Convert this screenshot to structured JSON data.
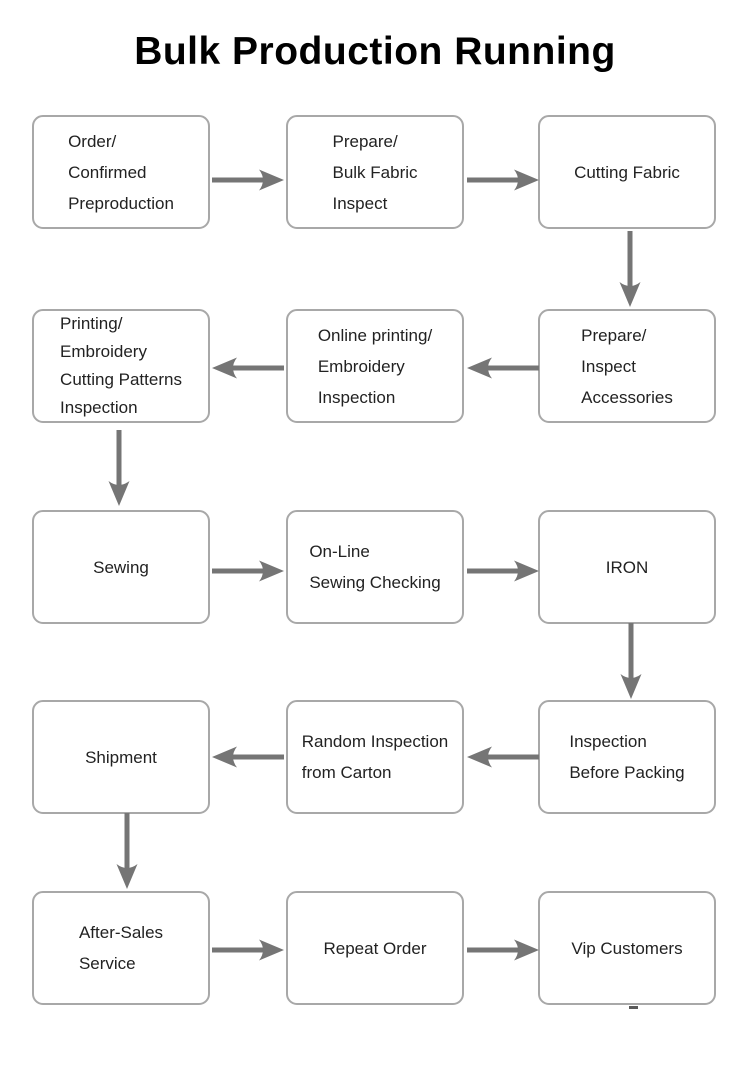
{
  "title": "Bulk Production Running",
  "colors": {
    "background": "#ffffff",
    "box_fill": "#ffffff",
    "box_border": "#a8a8a8",
    "text": "#222222",
    "arrow": "#757575",
    "title": "#000000"
  },
  "flowchart": {
    "nodes": [
      {
        "id": "order-confirmed-preproduction",
        "text": "Order/\nConfirmed\nPreproduction"
      },
      {
        "id": "prepare-bulk-fabric-inspect",
        "text": "Prepare/\nBulk Fabric\nInspect"
      },
      {
        "id": "cutting-fabric",
        "text": "Cutting Fabric"
      },
      {
        "id": "prepare-inspect-accessories",
        "text": "Prepare/\nInspect\nAccessories"
      },
      {
        "id": "online-printing-embroidery-inspection",
        "text": "Online printing/\nEmbroidery\nInspection"
      },
      {
        "id": "printing-embroidery-cutting-patterns-inspection",
        "text": "Printing/\nEmbroidery\nCutting Patterns\nInspection"
      },
      {
        "id": "sewing",
        "text": "Sewing"
      },
      {
        "id": "on-line-sewing-checking",
        "text": "On-Line\nSewing Checking"
      },
      {
        "id": "iron",
        "text": "IRON"
      },
      {
        "id": "inspection-before-packing",
        "text": "Inspection\nBefore Packing"
      },
      {
        "id": "random-inspection-from-carton",
        "text": "Random Inspection\nfrom Carton"
      },
      {
        "id": "shipment",
        "text": "Shipment"
      },
      {
        "id": "after-sales-service",
        "text": "After-Sales\nService"
      },
      {
        "id": "repeat-order",
        "text": "Repeat Order"
      },
      {
        "id": "vip-customers",
        "text": "Vip Customers"
      }
    ],
    "connections": [
      {
        "from": "order-confirmed-preproduction",
        "to": "prepare-bulk-fabric-inspect"
      },
      {
        "from": "prepare-bulk-fabric-inspect",
        "to": "cutting-fabric"
      },
      {
        "from": "cutting-fabric",
        "to": "prepare-inspect-accessories"
      },
      {
        "from": "prepare-inspect-accessories",
        "to": "online-printing-embroidery-inspection"
      },
      {
        "from": "online-printing-embroidery-inspection",
        "to": "printing-embroidery-cutting-patterns-inspection"
      },
      {
        "from": "printing-embroidery-cutting-patterns-inspection",
        "to": "sewing"
      },
      {
        "from": "sewing",
        "to": "on-line-sewing-checking"
      },
      {
        "from": "on-line-sewing-checking",
        "to": "iron"
      },
      {
        "from": "iron",
        "to": "inspection-before-packing"
      },
      {
        "from": "inspection-before-packing",
        "to": "random-inspection-from-carton"
      },
      {
        "from": "random-inspection-from-carton",
        "to": "shipment"
      },
      {
        "from": "shipment",
        "to": "after-sales-service"
      },
      {
        "from": "after-sales-service",
        "to": "repeat-order"
      },
      {
        "from": "repeat-order",
        "to": "vip-customers"
      }
    ]
  }
}
